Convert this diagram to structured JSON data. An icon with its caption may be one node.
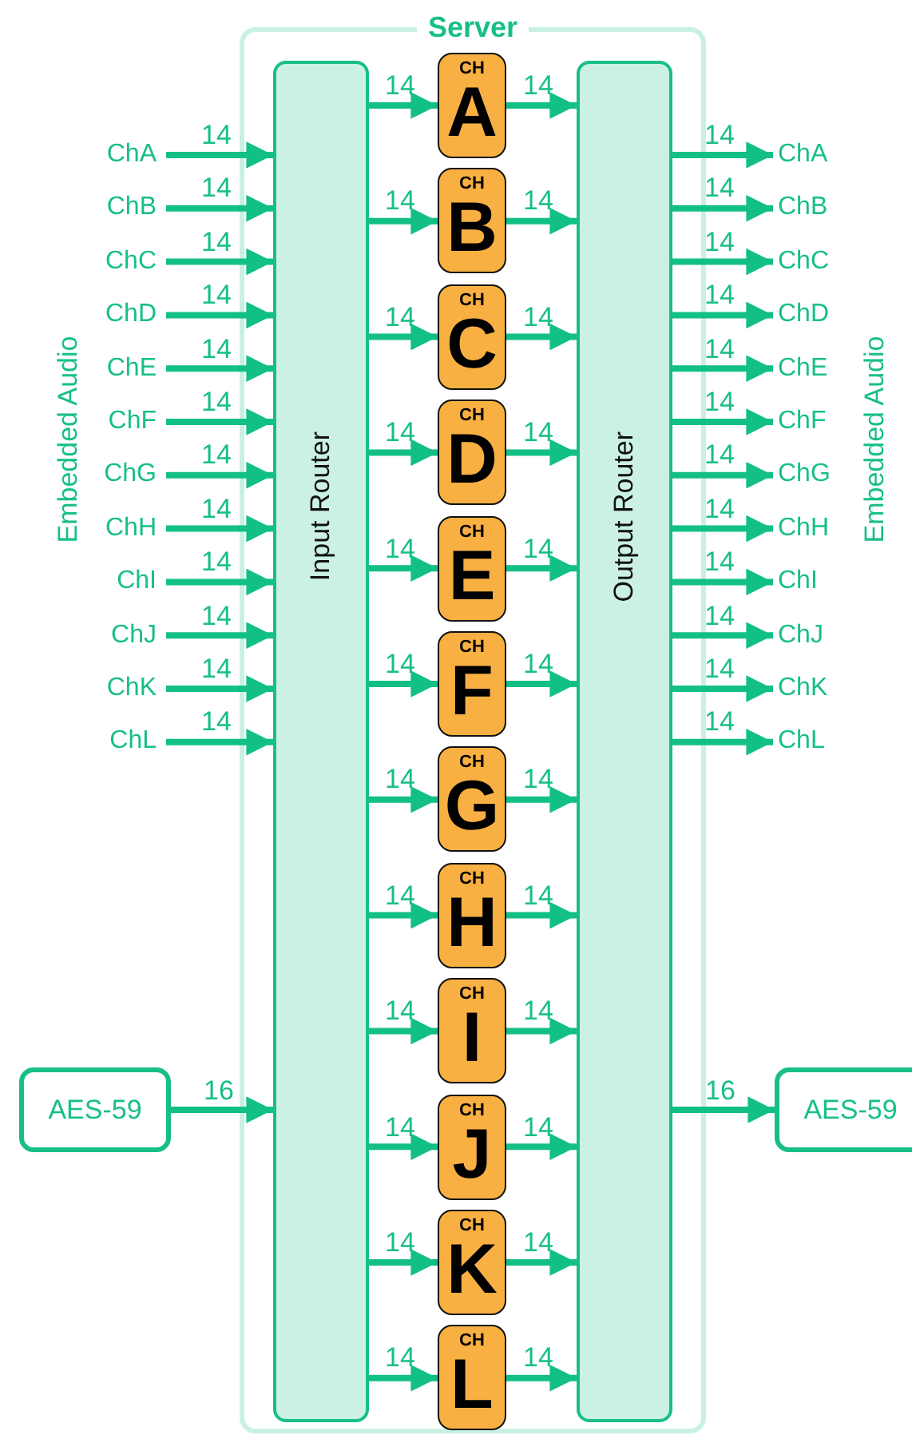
{
  "diagram": {
    "nodes": [
      {
        "text": [
          "Server"
        ]
      },
      {
        "text": [
          "Input Router"
        ],
        "in": 0
      },
      {
        "text": [
          "CH",
          "A"
        ],
        "in": 0
      },
      {
        "text": [
          "CH",
          "B"
        ],
        "in": 0
      },
      {
        "text": [
          "CH",
          "C"
        ],
        "in": 0
      },
      {
        "text": [
          "CH",
          "D"
        ],
        "in": 0
      },
      {
        "text": [
          "CH",
          "E"
        ],
        "in": 0
      },
      {
        "text": [
          "CH",
          "F"
        ],
        "in": 0
      },
      {
        "text": [
          "CH",
          "G"
        ],
        "in": 0
      },
      {
        "text": [
          "CH",
          "H"
        ],
        "in": 0
      },
      {
        "text": [
          "CH",
          "I"
        ],
        "in": 0
      },
      {
        "text": [
          "CH",
          "J"
        ],
        "in": 0
      },
      {
        "text": [
          "CH",
          "K"
        ],
        "in": 0
      },
      {
        "text": [
          "CH",
          "L"
        ],
        "in": 0
      },
      {
        "text": [
          "Output Router"
        ],
        "in": 0
      },
      {
        "text": [
          "ChA"
        ]
      },
      {
        "text": [
          "ChB"
        ]
      },
      {
        "text": [
          "ChC"
        ]
      },
      {
        "text": [
          "ChD"
        ]
      },
      {
        "text": [
          "ChE"
        ]
      },
      {
        "text": [
          "ChF"
        ]
      },
      {
        "text": [
          "ChG"
        ]
      },
      {
        "text": [
          "ChH"
        ]
      },
      {
        "text": [
          "ChI"
        ]
      },
      {
        "text": [
          "ChJ"
        ]
      },
      {
        "text": [
          "ChK"
        ]
      },
      {
        "text": [
          "ChL"
        ]
      },
      {
        "text": [
          "ChA"
        ]
      },
      {
        "text": [
          "ChB"
        ]
      },
      {
        "text": [
          "ChC"
        ]
      },
      {
        "text": [
          "ChD"
        ]
      },
      {
        "text": [
          "ChE"
        ]
      },
      {
        "text": [
          "ChF"
        ]
      },
      {
        "text": [
          "ChG"
        ]
      },
      {
        "text": [
          "ChH"
        ]
      },
      {
        "text": [
          "ChI"
        ]
      },
      {
        "text": [
          "ChJ"
        ]
      },
      {
        "text": [
          "ChK"
        ]
      },
      {
        "text": [
          "ChL"
        ]
      },
      {
        "text": [
          "AES-59"
        ]
      },
      {
        "text": [
          "AES-59"
        ]
      }
    ],
    "edges": [
      {
        "from": 15,
        "to": 1,
        "arrow": "to",
        "label": "14"
      },
      {
        "from": 16,
        "to": 1,
        "arrow": "to",
        "label": "14"
      },
      {
        "from": 17,
        "to": 1,
        "arrow": "to",
        "label": "14"
      },
      {
        "from": 18,
        "to": 1,
        "arrow": "to",
        "label": "14"
      },
      {
        "from": 19,
        "to": 1,
        "arrow": "to",
        "label": "14"
      },
      {
        "from": 20,
        "to": 1,
        "arrow": "to",
        "label": "14"
      },
      {
        "from": 21,
        "to": 1,
        "arrow": "to",
        "label": "14"
      },
      {
        "from": 22,
        "to": 1,
        "arrow": "to",
        "label": "14"
      },
      {
        "from": 23,
        "to": 1,
        "arrow": "to",
        "label": "14"
      },
      {
        "from": 24,
        "to": 1,
        "arrow": "to",
        "label": "14"
      },
      {
        "from": 25,
        "to": 1,
        "arrow": "to",
        "label": "14"
      },
      {
        "from": 26,
        "to": 1,
        "arrow": "to",
        "label": "14"
      },
      {
        "from": 39,
        "to": 1,
        "arrow": "to",
        "label": "16"
      },
      {
        "from": 1,
        "to": 2,
        "arrow": "to",
        "label": "14"
      },
      {
        "from": 1,
        "to": 3,
        "arrow": "to",
        "label": "14"
      },
      {
        "from": 1,
        "to": 4,
        "arrow": "to",
        "label": "14"
      },
      {
        "from": 1,
        "to": 5,
        "arrow": "to",
        "label": "14"
      },
      {
        "from": 1,
        "to": 6,
        "arrow": "to",
        "label": "14"
      },
      {
        "from": 1,
        "to": 7,
        "arrow": "to",
        "label": "14"
      },
      {
        "from": 1,
        "to": 8,
        "arrow": "to",
        "label": "14"
      },
      {
        "from": 1,
        "to": 9,
        "arrow": "to",
        "label": "14"
      },
      {
        "from": 1,
        "to": 10,
        "arrow": "to",
        "label": "14"
      },
      {
        "from": 1,
        "to": 11,
        "arrow": "to",
        "label": "14"
      },
      {
        "from": 1,
        "to": 12,
        "arrow": "to",
        "label": "14"
      },
      {
        "from": 1,
        "to": 13,
        "arrow": "to",
        "label": "14"
      },
      {
        "from": 2,
        "to": 14,
        "arrow": "to",
        "label": "14"
      },
      {
        "from": 3,
        "to": 14,
        "arrow": "to",
        "label": "14"
      },
      {
        "from": 4,
        "to": 14,
        "arrow": "to",
        "label": "14"
      },
      {
        "from": 5,
        "to": 14,
        "arrow": "to",
        "label": "14"
      },
      {
        "from": 6,
        "to": 14,
        "arrow": "to",
        "label": "14"
      },
      {
        "from": 7,
        "to": 14,
        "arrow": "to",
        "label": "14"
      },
      {
        "from": 8,
        "to": 14,
        "arrow": "to",
        "label": "14"
      },
      {
        "from": 9,
        "to": 14,
        "arrow": "to",
        "label": "14"
      },
      {
        "from": 10,
        "to": 14,
        "arrow": "to",
        "label": "14"
      },
      {
        "from": 11,
        "to": 14,
        "arrow": "to",
        "label": "14"
      },
      {
        "from": 12,
        "to": 14,
        "arrow": "to",
        "label": "14"
      },
      {
        "from": 13,
        "to": 14,
        "arrow": "to",
        "label": "14"
      },
      {
        "from": 14,
        "to": 27,
        "arrow": "to",
        "label": "14"
      },
      {
        "from": 14,
        "to": 28,
        "arrow": "to",
        "label": "14"
      },
      {
        "from": 14,
        "to": 29,
        "arrow": "to",
        "label": "14"
      },
      {
        "from": 14,
        "to": 30,
        "arrow": "to",
        "label": "14"
      },
      {
        "from": 14,
        "to": 31,
        "arrow": "to",
        "label": "14"
      },
      {
        "from": 14,
        "to": 32,
        "arrow": "to",
        "label": "14"
      },
      {
        "from": 14,
        "to": 33,
        "arrow": "to",
        "label": "14"
      },
      {
        "from": 14,
        "to": 34,
        "arrow": "to",
        "label": "14"
      },
      {
        "from": 14,
        "to": 35,
        "arrow": "to",
        "label": "14"
      },
      {
        "from": 14,
        "to": 36,
        "arrow": "to",
        "label": "14"
      },
      {
        "from": 14,
        "to": 37,
        "arrow": "to",
        "label": "14"
      },
      {
        "from": 14,
        "to": 38,
        "arrow": "to",
        "label": "14"
      },
      {
        "from": 14,
        "to": 40,
        "arrow": "to",
        "label": "16"
      }
    ],
    "labels": [
      "Embedded Audio",
      "Embedded Audio"
    ]
  }
}
